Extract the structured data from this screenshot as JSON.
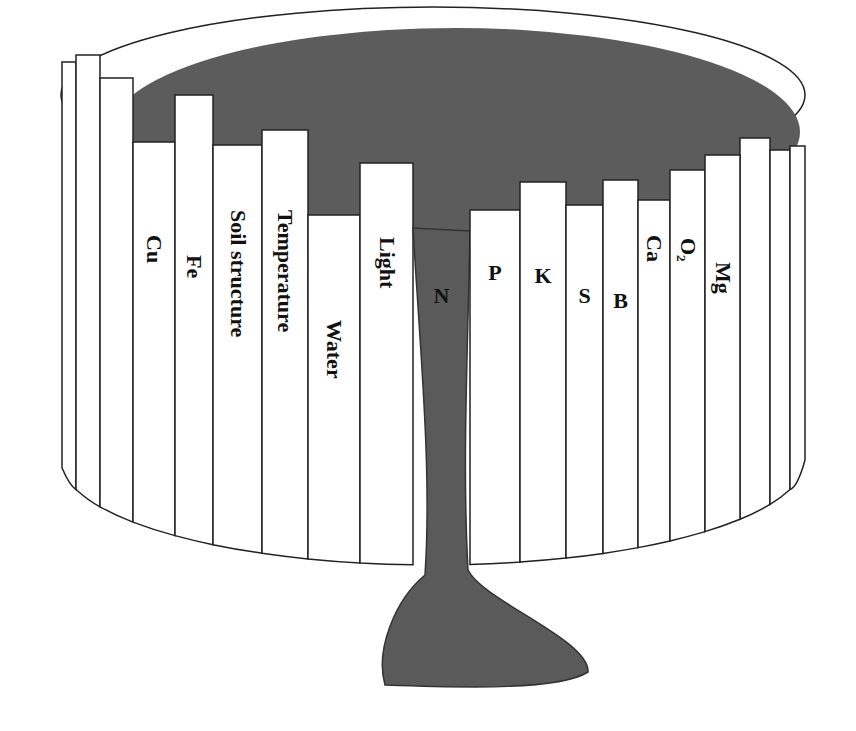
{
  "diagram": {
    "nodes": [
      {
        "text": [
          "Cu"
        ]
      },
      {
        "text": [
          "Fe"
        ]
      },
      {
        "text": [
          "Soil structure"
        ]
      },
      {
        "text": [
          "Temperature"
        ]
      },
      {
        "text": [
          "Water"
        ]
      },
      {
        "text": [
          "Light"
        ]
      },
      {
        "text": [
          "N"
        ]
      },
      {
        "text": [
          "P"
        ]
      },
      {
        "text": [
          "K"
        ]
      },
      {
        "text": [
          "S"
        ]
      },
      {
        "text": [
          "B"
        ]
      },
      {
        "text": [
          "Ca"
        ]
      },
      {
        "text": [
          "O₂"
        ]
      },
      {
        "text": [
          "Mg"
        ]
      }
    ]
  }
}
